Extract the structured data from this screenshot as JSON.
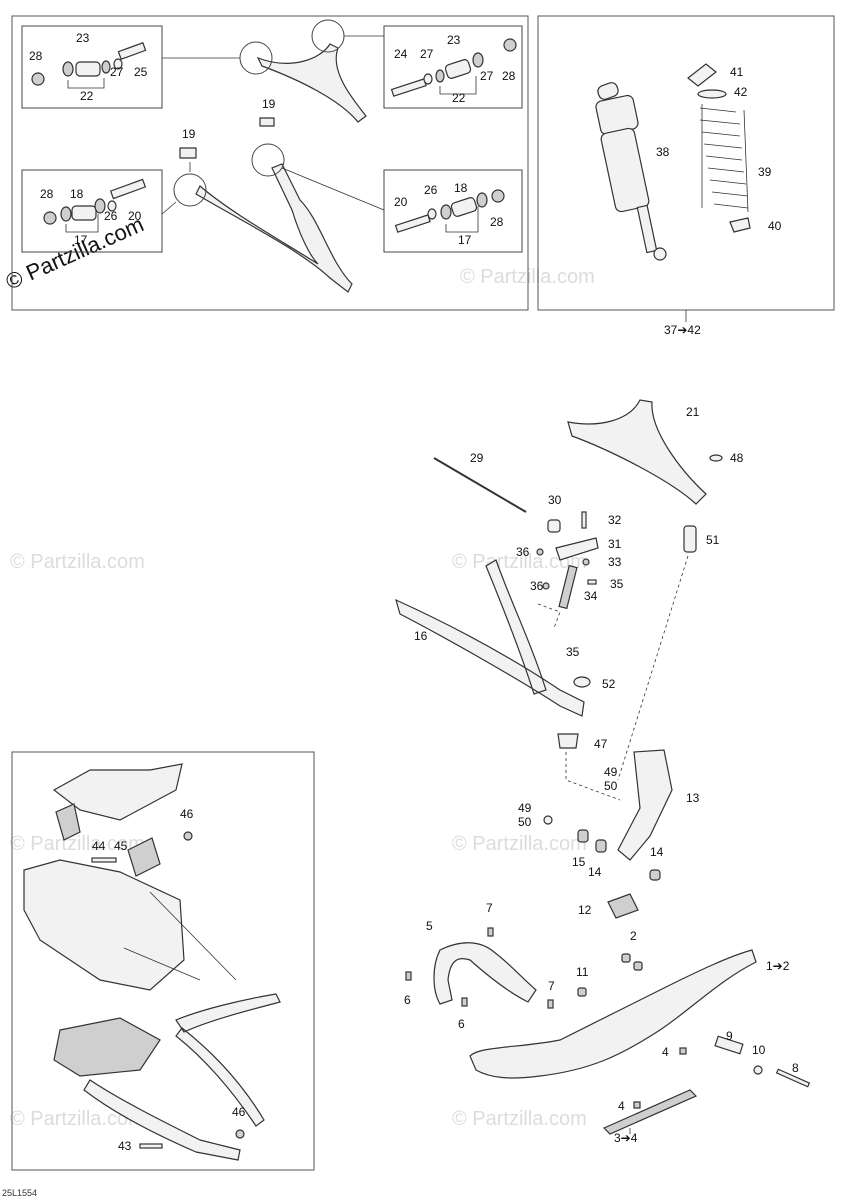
{
  "watermark": {
    "brand": "© Partzilla.com"
  },
  "diagram_code": "25L1554",
  "callouts": {
    "c28a": "28",
    "c23a": "23",
    "c27a": "27",
    "c25": "25",
    "c22a": "22",
    "c24": "24",
    "c27b": "27",
    "c23b": "23",
    "c27c": "27",
    "c28b": "28",
    "c22b": "22",
    "c19a": "19",
    "c19b": "19",
    "c28c": "28",
    "c18a": "18",
    "c26a": "26",
    "c20a": "20",
    "c17a": "17",
    "c20b": "20",
    "c26b": "26",
    "c18b": "18",
    "c28d": "28",
    "c17b": "17",
    "c41": "41",
    "c42": "42",
    "c38": "38",
    "c39": "39",
    "c40": "40",
    "c37_42": "37➔42",
    "c21": "21",
    "c48": "48",
    "c29": "29",
    "c30": "30",
    "c32": "32",
    "c31": "31",
    "c51": "51",
    "c36a": "36",
    "c33": "33",
    "c36b": "36",
    "c35a": "35",
    "c34": "34",
    "c16": "16",
    "c35b": "35",
    "c52": "52",
    "c47": "47",
    "c49a": "49",
    "c50a": "50",
    "c13": "13",
    "c49b": "49",
    "c50b": "50",
    "c15": "15",
    "c14a": "14",
    "c14b": "14",
    "c12": "12",
    "c46a": "46",
    "c44": "44",
    "c45": "45",
    "c46b": "46",
    "c43": "43",
    "c7a": "7",
    "c5": "5",
    "c2": "2",
    "c1_2": "1➔2",
    "c11": "11",
    "c7b": "7",
    "c6a": "6",
    "c6b": "6",
    "c9": "9",
    "c10": "10",
    "c8": "8",
    "c4a": "4",
    "c4b": "4",
    "c3_4": "3➔4"
  }
}
